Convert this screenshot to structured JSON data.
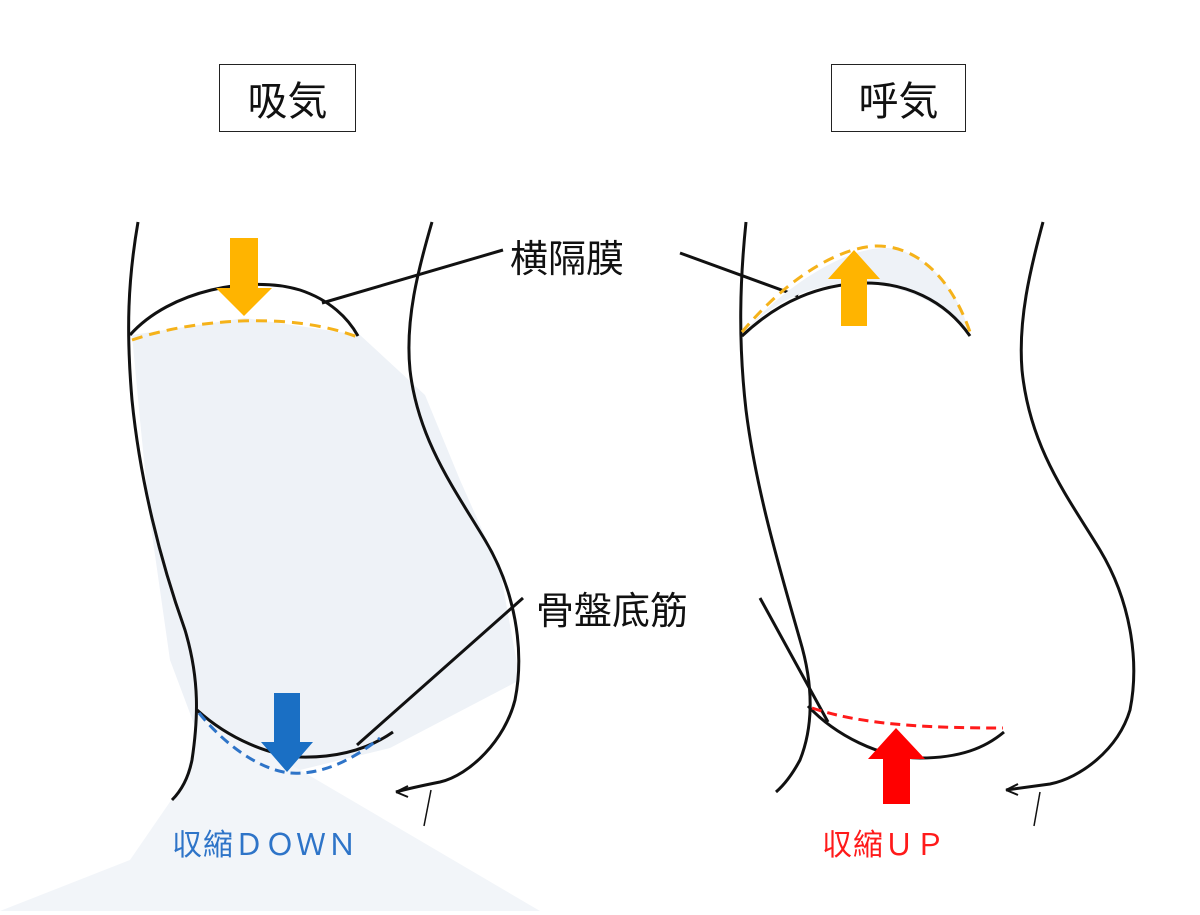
{
  "panels": {
    "inhale": {
      "title": "吸気",
      "caption": "収縮ＤＯＷＮ"
    },
    "exhale": {
      "title": "呼気",
      "caption": "収縮ＵＰ"
    }
  },
  "labels": {
    "diaphragm": "横隔膜",
    "pelvic_floor": "骨盤底筋"
  },
  "colors": {
    "outline": "#111111",
    "diaphragm_arrow": "#ffb400",
    "diaphragm_dashed": "#f5b21a",
    "inhale_arrow": "#1a6fc4",
    "inhale_dashed": "#2e74c8",
    "exhale_arrow": "#ff0000",
    "exhale_dashed": "#ff1a1a",
    "shading": "#eef2f7"
  }
}
